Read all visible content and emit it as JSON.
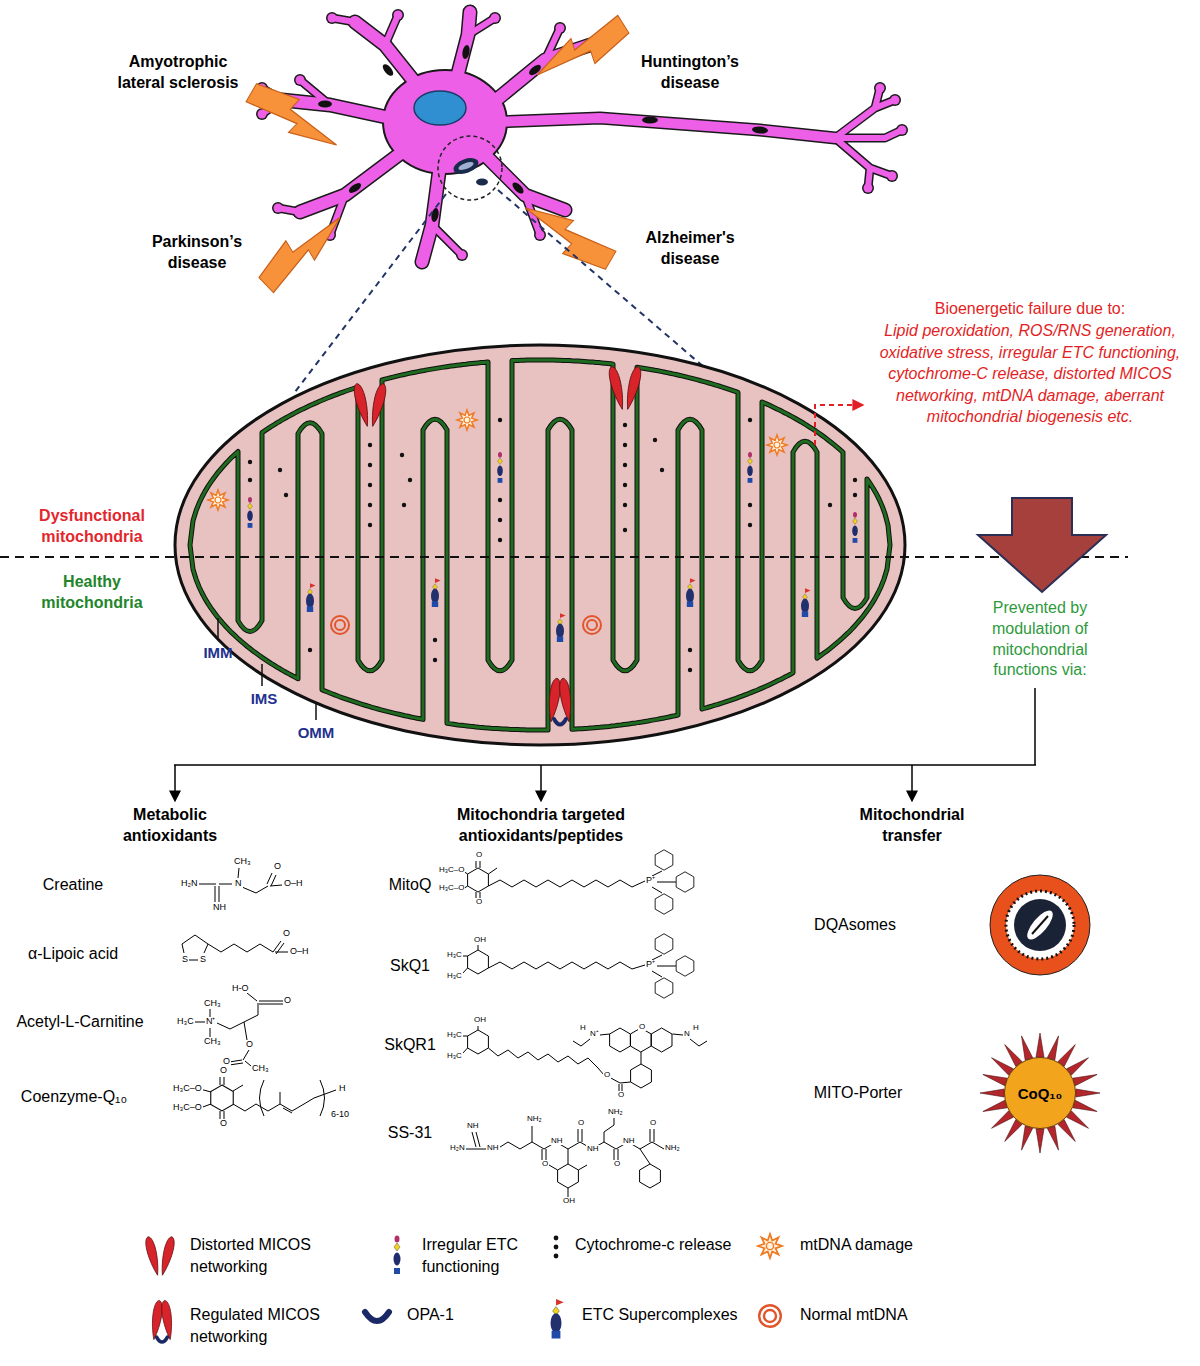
{
  "diagram": {
    "nodes": [
      {
        "text": [
          "CoQ₁₀"
        ]
      }
    ],
    "labels": [
      "Amyotrophic lateral sclerosis",
      "Huntington’s disease",
      "Parkinson’s disease",
      "Alzheimer's disease",
      "Bioenergetic failure due to:",
      "Lipid peroxidation, ROS/RNS generation, oxidative stress, irregular ETC functioning, cytochrome-C release, distorted MICOS networking, mtDNA damage, aberrant mitochondrial biogenesis etc.",
      "Dysfunctional mitochondria",
      "Healthy mitochondria",
      "IMM",
      "IMS",
      "OMM",
      "Prevented by modulation of mitochondrial functions via:",
      "Metabolic antioxidants",
      "Mitochondria targeted antioxidants/peptides",
      "Mitochondrial transfer",
      "Creatine",
      "H₂N",
      "N",
      "CH₃",
      "NH",
      "O",
      "O–H",
      "α-Lipoic acid",
      "S",
      "S",
      "O",
      "O–H",
      "Acetyl-L-Carnitine",
      "H-O",
      "O",
      "CH₃",
      "H₃C",
      "N⁺",
      "CH₃",
      "O",
      "O",
      "CH₃",
      "Coenzyme-Q₁₀",
      "H₃C–O",
      "H₃C–O",
      "O",
      "O",
      "H",
      "6-10",
      "MitoQ",
      "H₃C–O",
      "H₃C–O",
      "O",
      "O",
      "P⁺",
      "SkQ1",
      "H₃C",
      "H₃C",
      "OH",
      "P⁺",
      "SkQR1",
      "H₃C",
      "H₃C",
      "OH",
      "O",
      "O",
      "H",
      "N⁺",
      "O",
      "N",
      "H",
      "SS-31",
      "NH",
      "H₂N",
      "NH",
      "NH₂",
      "O",
      "NH",
      "OH",
      "O",
      "NH",
      "NH₂",
      "O",
      "NH",
      "O",
      "NH₂",
      "DQAsomes",
      "MITO-Porter"
    ],
    "legend": [
      {
        "text": "Distorted MICOS networking"
      },
      {
        "text": "Irregular ETC functioning"
      },
      {
        "text": "Cytochrome-c release"
      },
      {
        "text": "mtDNA damage"
      },
      {
        "text": "Regulated MICOS networking"
      },
      {
        "text": "OPA-1"
      },
      {
        "text": "ETC Supercomplexes"
      },
      {
        "text": "Normal mtDNA"
      }
    ]
  }
}
